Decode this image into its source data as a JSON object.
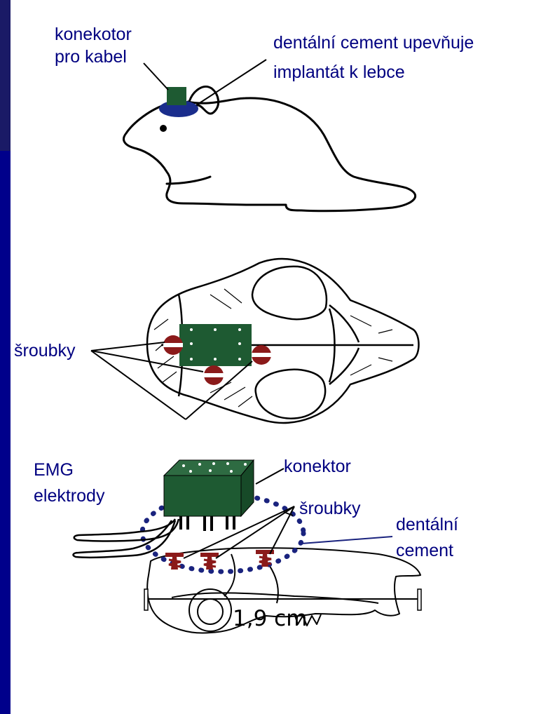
{
  "labels": {
    "connector_cable_line1": "konekotor",
    "connector_cable_line2": "pro kabel",
    "dental_cement_line1": "dentální cement upevňuje",
    "dental_cement_line2": "implantát k lebce",
    "screws_top": "šroubky",
    "emg_line1": "EMG",
    "emg_line2": "elektrody",
    "connector": "konektor",
    "screws_side": "šroubky",
    "cement_line1": "dentální",
    "cement_line2": "cement"
  },
  "scale_bar": {
    "label": "1,9 cm"
  },
  "colors": {
    "background": "#00008b",
    "panel": "#ffffff",
    "label_text": "#000080",
    "connector_green": "#1e5a32",
    "implant_blue": "#1a2d8c",
    "screw_red": "#8b1a1a",
    "cement_dots": "#1a237e"
  }
}
